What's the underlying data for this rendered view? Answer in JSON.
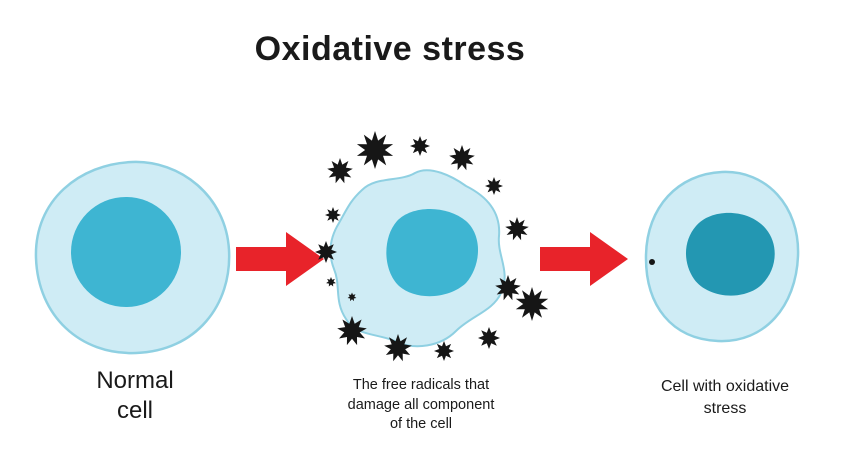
{
  "diagram": {
    "title": "Oxidative stress",
    "stages": [
      {
        "id": "normal-cell",
        "caption_lines": [
          "Normal",
          "cell"
        ]
      },
      {
        "id": "free-radicals-cell",
        "caption_lines": [
          "The free radicals that",
          "damage all component",
          "of the cell"
        ]
      },
      {
        "id": "oxidative-stress-cell",
        "caption_lines": [
          "Cell with oxidative",
          "stress"
        ]
      }
    ],
    "colors": {
      "background": "#ffffff",
      "text": "#1a1a1a",
      "cell_body": "#cfecf5",
      "cell_outline": "#8fd0e2",
      "nucleus": "#3eb5d2",
      "nucleus_stressed": "#2397b2",
      "arrow": "#e8232a",
      "free_radical": "#161616"
    }
  }
}
